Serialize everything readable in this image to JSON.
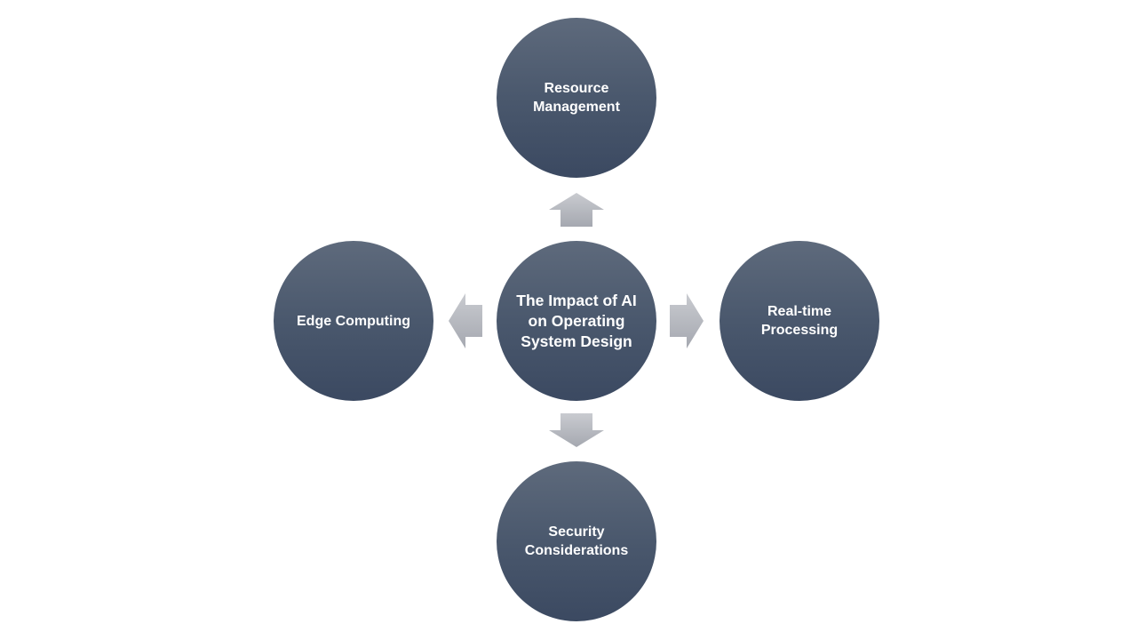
{
  "diagram": {
    "center": {
      "label": "The Impact of AI on Operating System Design"
    },
    "top": {
      "label": "Resource Management"
    },
    "left": {
      "label": "Edge Computing"
    },
    "right": {
      "label": "Real-time Processing"
    },
    "bottom": {
      "label": "Security Considerations"
    }
  },
  "colors": {
    "node_top": "#5e6a7c",
    "node_bottom": "#3b4961",
    "arrow_light": "#c9cbd0",
    "arrow_dark": "#a5a8b0",
    "text": "#ffffff"
  }
}
